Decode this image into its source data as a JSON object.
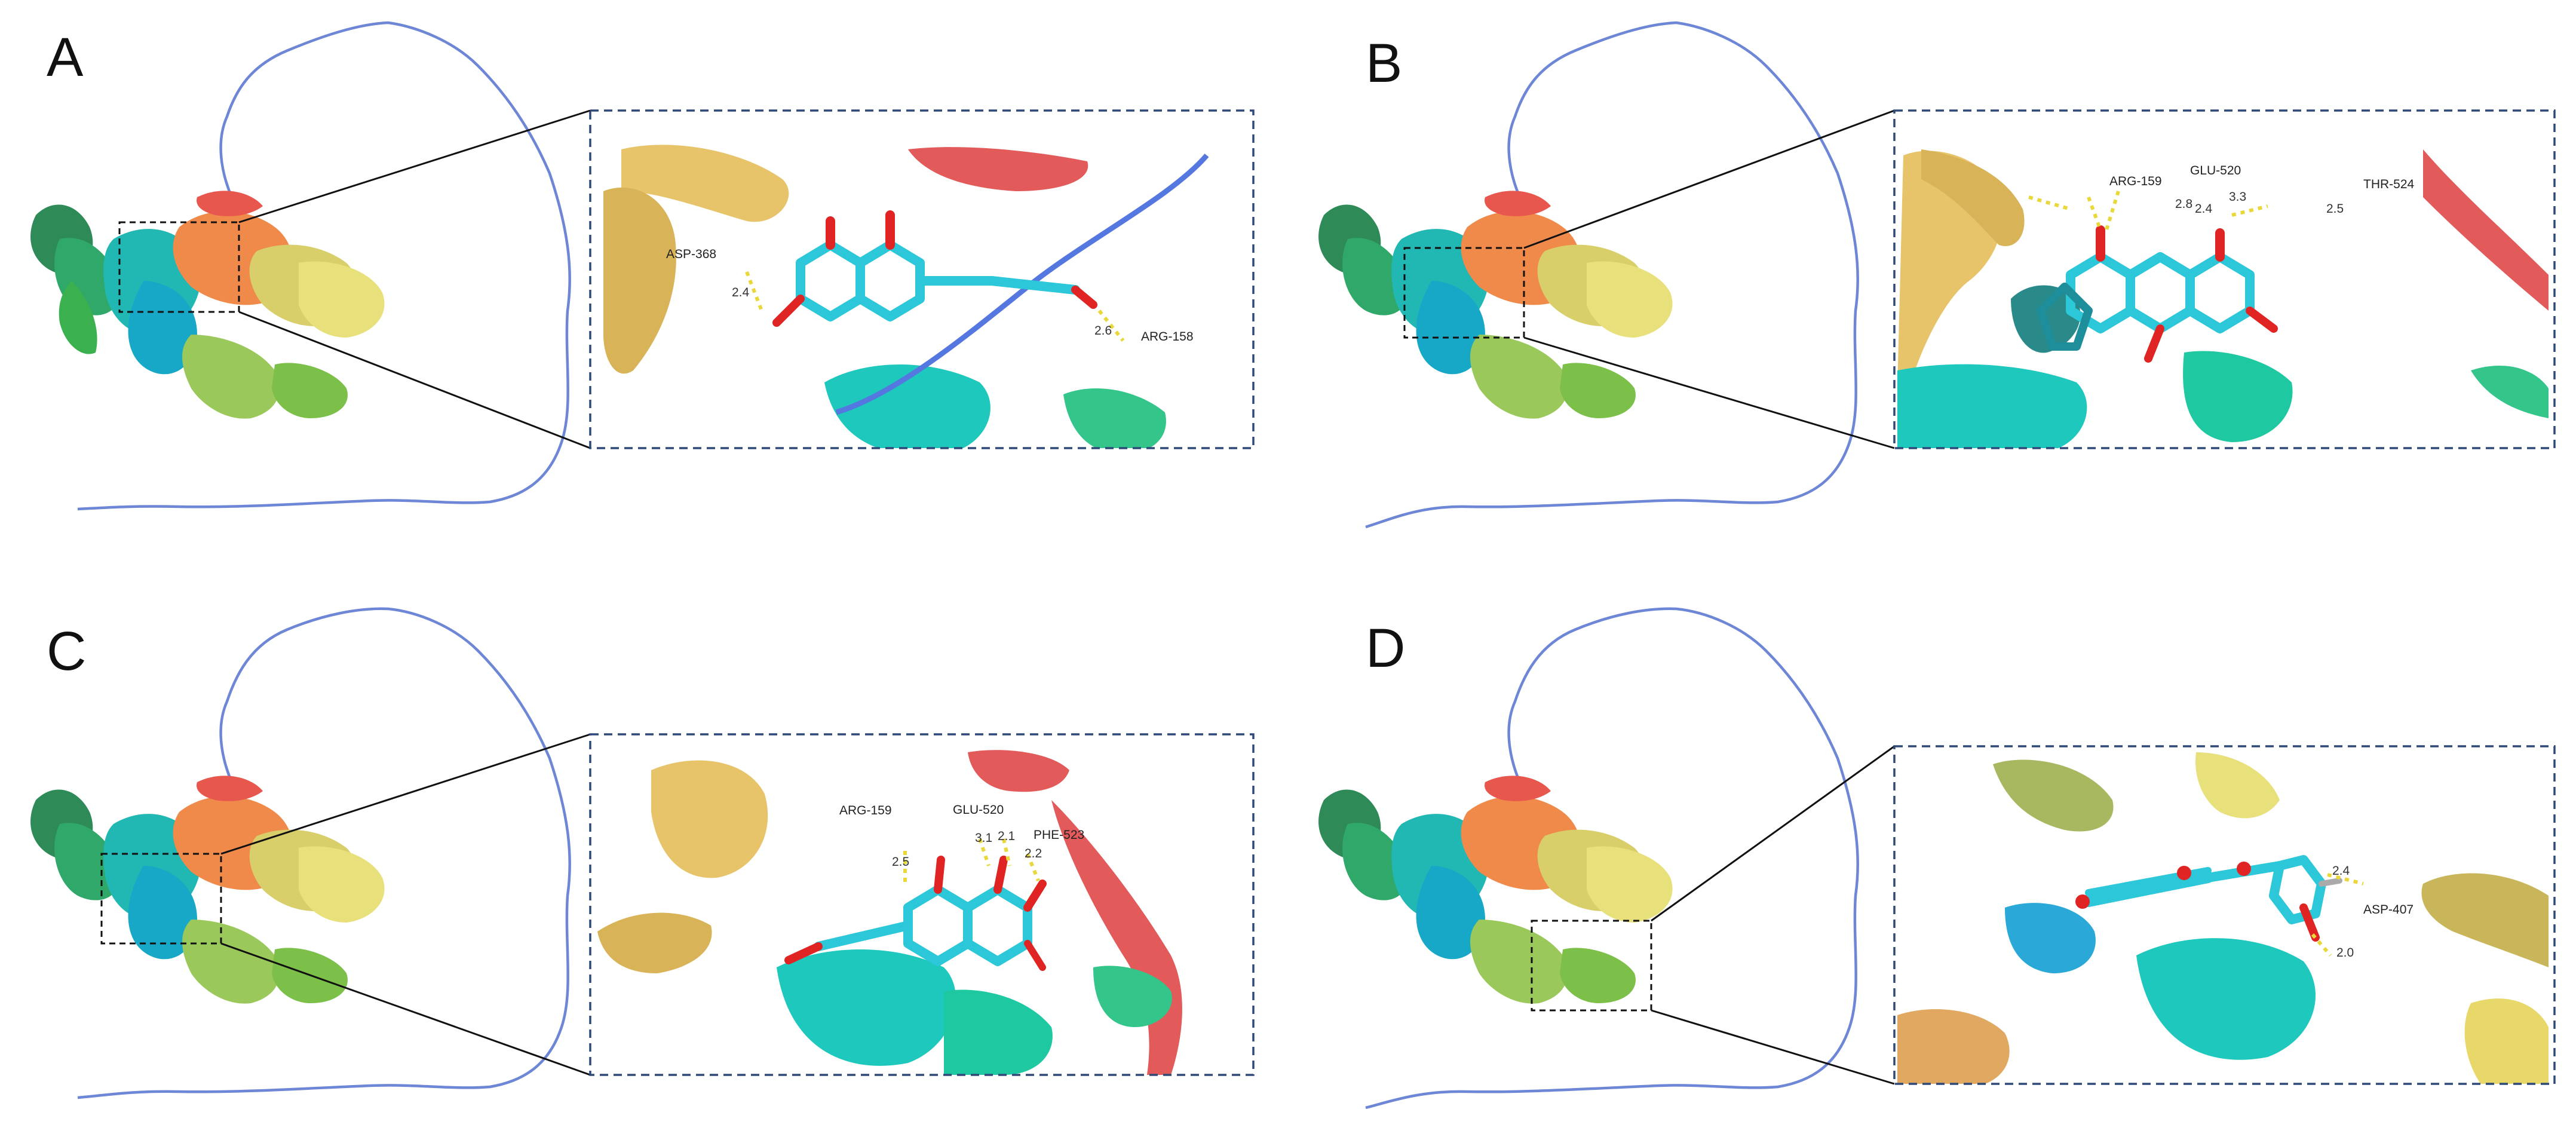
{
  "panels": [
    {
      "letter": "A",
      "residues": [
        "ASP-368",
        "ARG-158"
      ],
      "distances": [
        "2.4",
        "2.6"
      ]
    },
    {
      "letter": "B",
      "residues": [
        "ARG-159",
        "GLU-520",
        "THR-524"
      ],
      "distances": [
        "2.8",
        "2.4",
        "3.3",
        "2.5"
      ]
    },
    {
      "letter": "C",
      "residues": [
        "ARG-159",
        "GLU-520",
        "PHE-523"
      ],
      "distances": [
        "2.5",
        "3.1",
        "2.1",
        "2.2"
      ]
    },
    {
      "letter": "D",
      "residues": [
        "ASP-407"
      ],
      "distances": [
        "2.4",
        "2.0"
      ]
    }
  ],
  "colors": {
    "outer_loop": "#6d86d6",
    "ligand_carbon": "#2cc7d8",
    "oxygen": "#e02424",
    "hbond": "#e8d83a",
    "frame": "#2f4a78"
  }
}
